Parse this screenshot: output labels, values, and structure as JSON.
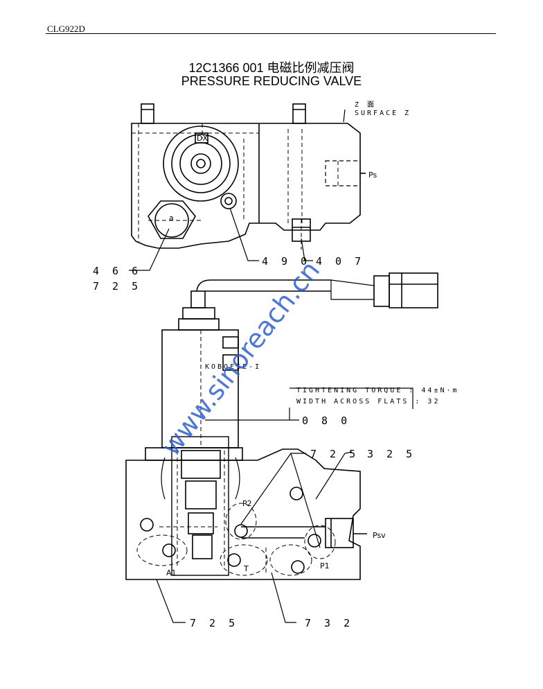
{
  "header": {
    "code": "CLG922D"
  },
  "title": {
    "line1": "12C1366 001 电磁比例减压阀",
    "line2": "PRESSURE REDUCING VALVE"
  },
  "labels": {
    "surface_top": "Z 面",
    "surface": "SURFACE Z",
    "ps": "Ps",
    "p466": "4 6 6",
    "p725a": "7 2 5",
    "p490": "4 9 0",
    "p407": "4 0 7",
    "p080": "0 8 0",
    "p725b": "7 2 5",
    "p325": "3 2 5",
    "p725c": "7 2 5",
    "p732": "7 3 2",
    "p2": "P2",
    "p1": "P1",
    "a1": "A1",
    "t": "T",
    "psv": "Psv",
    "coil_brand": "KOBOESE-I",
    "circle_a": "a",
    "dx": "DX"
  },
  "spec": {
    "torque": "TIGHTENING TORQUE  :  44±N·m",
    "flats": "WIDTH ACROSS FLATS  :  32"
  },
  "watermark": "www.sinoreach.cn"
}
